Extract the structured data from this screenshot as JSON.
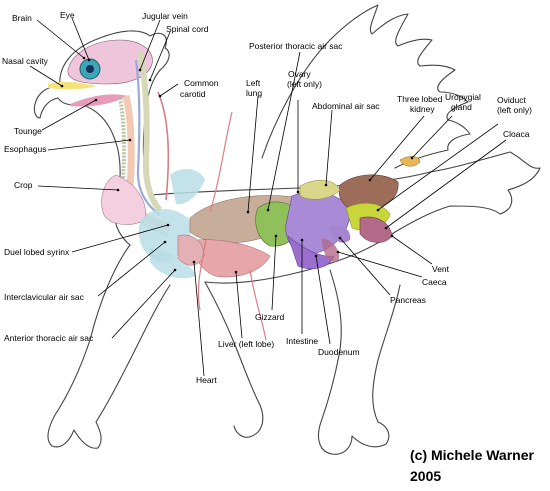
{
  "labels": {
    "brain": "Brain",
    "eye": "Eye",
    "jugular_vein": "Jugular vein",
    "spinal_cord": "Spinal cord",
    "nasal_cavity": "Nasal cavity",
    "common_carotid_1": "Common",
    "common_carotid_2": "carotid",
    "tounge": "Tounge",
    "esophagus": "Esophagus",
    "crop": "Crop",
    "duel_lobed_syrinx": "Duel lobed syrinx",
    "interclavicular_air_sac": "Interclavicular air sac",
    "anterior_thoracic_air_sac": "Anterior thoracic air sac",
    "posterior_thoracic_air_sac": "Posterior thoracic air sac",
    "left_lung_1": "Left",
    "left_lung_2": "lung",
    "ovary_1": "Ovary",
    "ovary_2": "(left only)",
    "abdominal_air_sac": "Abdominal air sac",
    "three_lobed_kidney_1": "Three lobed",
    "three_lobed_kidney_2": "kidney",
    "uropygial_gland_1": "Uropygial",
    "uropygial_gland_2": "gland",
    "oviduct_1": "Oviduct",
    "oviduct_2": "(left only)",
    "cloaca": "Cloaca",
    "vent": "Vent",
    "caeca": "Caeca",
    "pancreas": "Pancreas",
    "gizzard": "Gizzard",
    "intestine": "Intestine",
    "duodenum": "Duodenum",
    "liver": "Liver (left lobe)",
    "heart": "Heart"
  },
  "copyright_line1": "(c) Michele Warner",
  "copyright_line2": "2005",
  "colors": {
    "outline": "#444444",
    "brain": "#efc5dc",
    "eye": "#3aa6b8",
    "nasal": "#f5e27a",
    "tongue": "#e79bb8",
    "esophagus": "#f4c9b4",
    "trachea": "#b7c7a2",
    "spinal": "#d6d9b8",
    "jugular": "#9aa9d6",
    "crop": "#f4cfe0",
    "air_sac": "#b9dde6",
    "lung": "#c9ad9b",
    "liver": "#e7a6a9",
    "heart": "#e3b0b5",
    "gizzard": "#8fc05a",
    "intestine": "#a98ad6",
    "duodenum": "#9a6fcf",
    "kidney": "#9d6d5a",
    "ovary": "#d9d68a",
    "oviduct": "#c8d63a",
    "cloaca": "#b26a88",
    "pancreas": "#a685d0",
    "vessel": "#d77e86",
    "uropygial": "#e8b455"
  }
}
